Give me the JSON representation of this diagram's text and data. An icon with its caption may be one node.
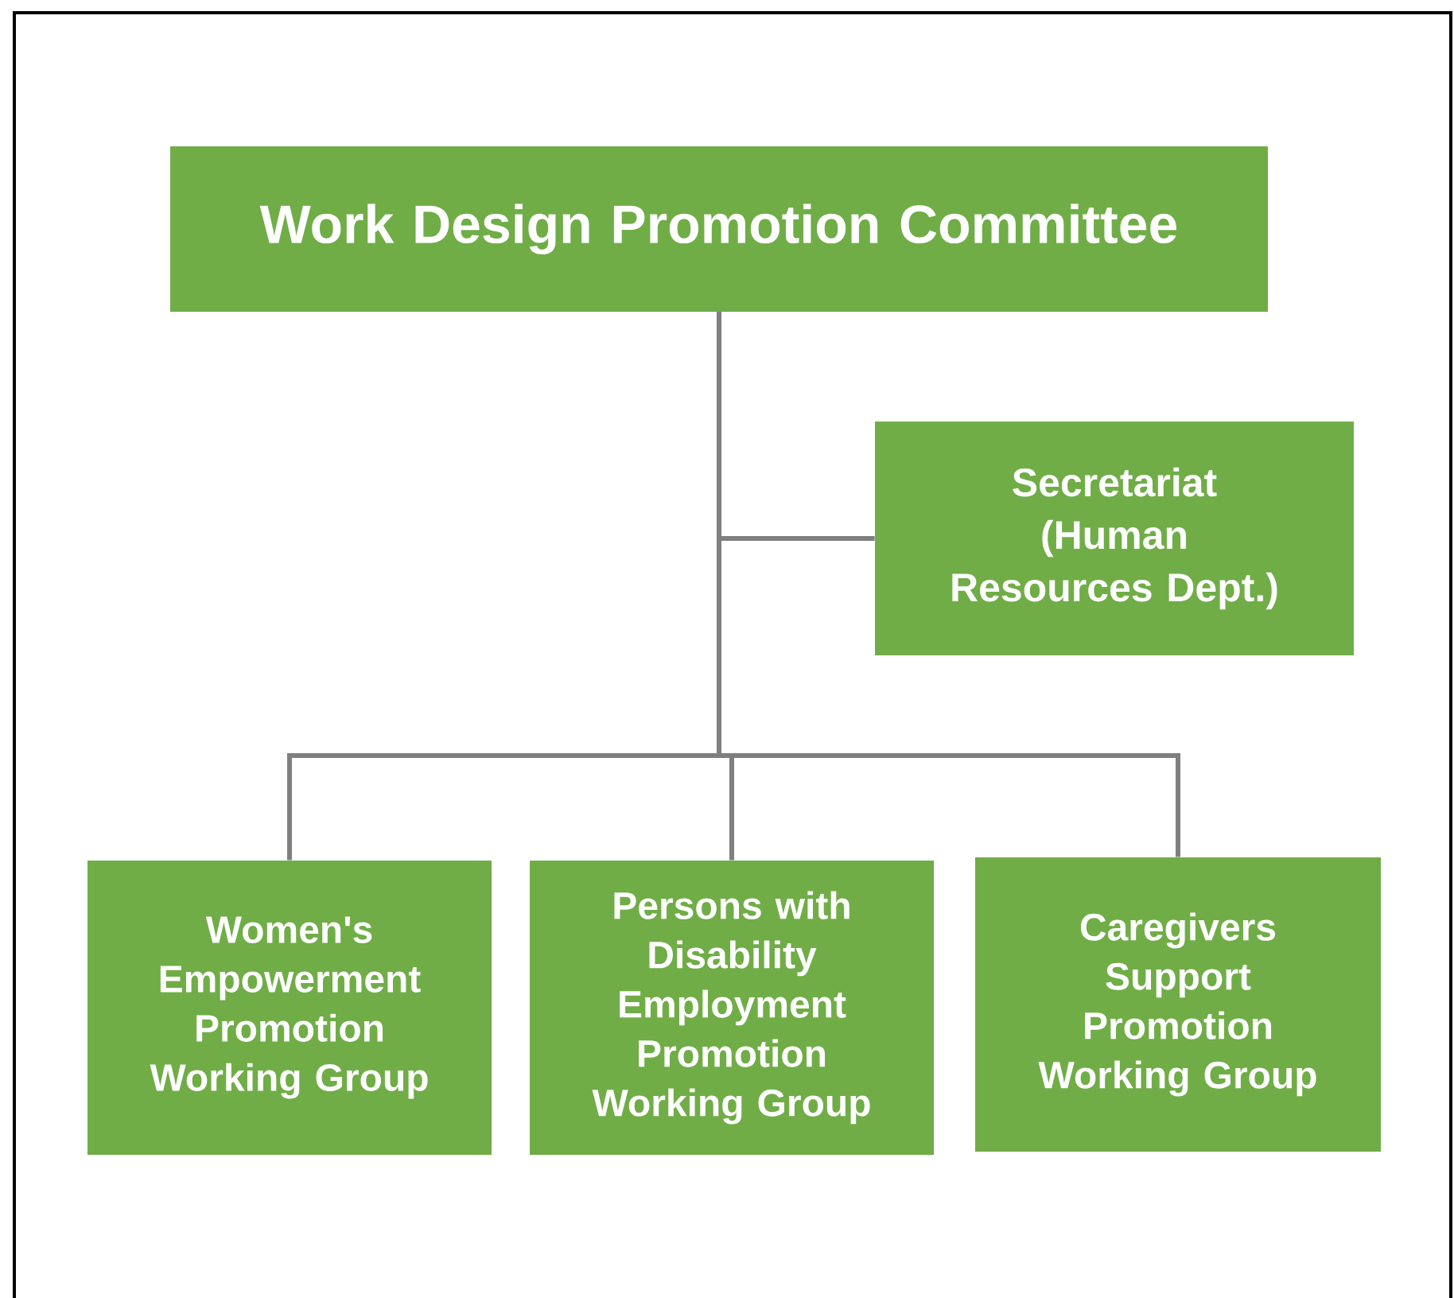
{
  "diagram": {
    "nodes": [
      {
        "text": [
          "Work Design Promotion Committee"
        ]
      },
      {
        "text": [
          "Secretariat",
          "(Human Resources Dept.)"
        ]
      },
      {
        "text": [
          "Women's Empowerment Promotion Working Group"
        ]
      },
      {
        "text": [
          "Persons with Disability Employment Promotion Working Group"
        ]
      },
      {
        "text": [
          "Caregivers Support Promotion Working Group"
        ]
      }
    ],
    "edges": [
      {
        "from": 0,
        "to": 1,
        "arrow": "none"
      },
      {
        "from": 0,
        "to": 2,
        "arrow": "none"
      },
      {
        "from": 0,
        "to": 3,
        "arrow": "none"
      },
      {
        "from": 0,
        "to": 4,
        "arrow": "none"
      }
    ]
  }
}
